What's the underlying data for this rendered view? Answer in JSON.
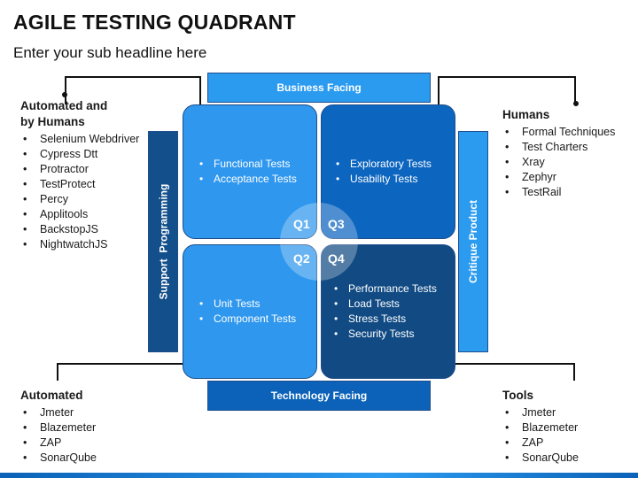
{
  "header": {
    "title": "AGILE TESTING QUADRANT",
    "subtitle": "Enter your sub headline here"
  },
  "bars": {
    "top": "Business Facing",
    "bottom": "Technology Facing",
    "left": "Support  Programming",
    "right": "Critique Product"
  },
  "quadrants": {
    "q1": {
      "label": "Q1",
      "items": [
        "Functional Tests",
        "Acceptance Tests"
      ]
    },
    "q2": {
      "label": "Q2",
      "items": [
        "Unit Tests",
        "Component Tests"
      ]
    },
    "q3": {
      "label": "Q3",
      "items": [
        "Exploratory Tests",
        "Usability Tests"
      ]
    },
    "q4": {
      "label": "Q4",
      "items": [
        "Performance Tests",
        "Load Tests",
        "Stress Tests",
        "Security Tests"
      ]
    }
  },
  "sides": {
    "top_left": {
      "heading_line1": "Automated and",
      "heading_line2": "by Humans",
      "items": [
        "Selenium Webdriver",
        "Cypress Dtt",
        "Protractor",
        "TestProtect",
        "Percy",
        "Applitools",
        "BackstopJS",
        "NightwatchJS"
      ]
    },
    "top_right": {
      "heading": "Humans",
      "items": [
        "Formal Techniques",
        "Test Charters",
        "Xray",
        "Zephyr",
        "TestRail"
      ]
    },
    "bottom_left": {
      "heading": "Automated",
      "items": [
        "Jmeter",
        "Blazemeter",
        "ZAP",
        "SonarQube"
      ]
    },
    "bottom_right": {
      "heading": "Tools",
      "items": [
        "Jmeter",
        "Blazemeter",
        "ZAP",
        "SonarQube"
      ]
    }
  },
  "colors": {
    "light_blue": "#2f97ee",
    "mid_blue": "#0c65bf",
    "dark_blue": "#124b84",
    "border": "#1f4e8c"
  }
}
